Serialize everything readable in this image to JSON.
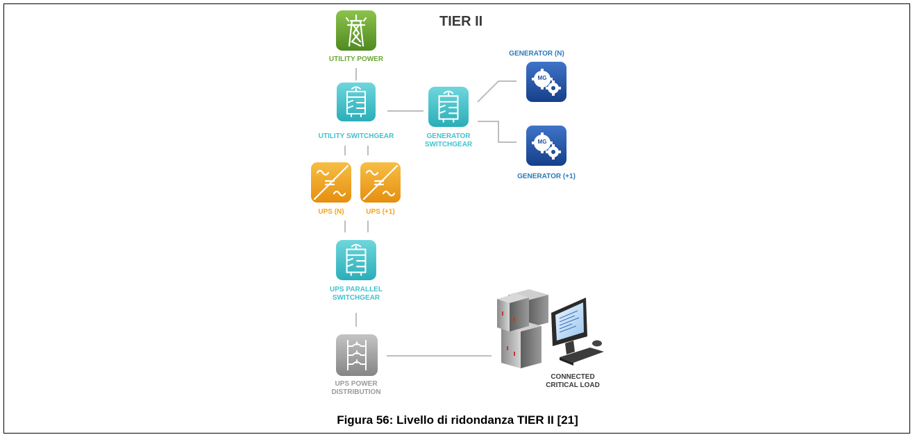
{
  "diagram": {
    "title": "TIER II",
    "caption": "Figura 56: Livello di ridondanza TIER II [21]",
    "nodes": {
      "utility_power": {
        "label": "UTILITY POWER"
      },
      "utility_switchgear": {
        "label": "UTILITY SWITCHGEAR"
      },
      "generator_switchgear": {
        "label": "GENERATOR\nSWITCHGEAR"
      },
      "generator_n": {
        "label": "GENERATOR (N)",
        "badge": "MG"
      },
      "generator_plus1": {
        "label": "GENERATOR (+1)",
        "badge": "MG"
      },
      "ups_n": {
        "label": "UPS (N)"
      },
      "ups_plus1": {
        "label": "UPS (+1)"
      },
      "ups_parallel_switchgear": {
        "label": "UPS PARALLEL\nSWITCHGEAR"
      },
      "ups_power_distribution": {
        "label": "UPS POWER\nDISTRIBUTION"
      },
      "critical_load": {
        "label": "CONNECTED\nCRITICAL LOAD"
      }
    },
    "colors": {
      "utility_green": "#6aa835",
      "switchgear_teal": "#3fc3cd",
      "generator_blue": "#1f4fa0",
      "ups_orange": "#f2a31c",
      "distribution_gray": "#9a9a9a",
      "label_blue": "#2a7ab8",
      "wire": "#bdbdbd"
    }
  }
}
